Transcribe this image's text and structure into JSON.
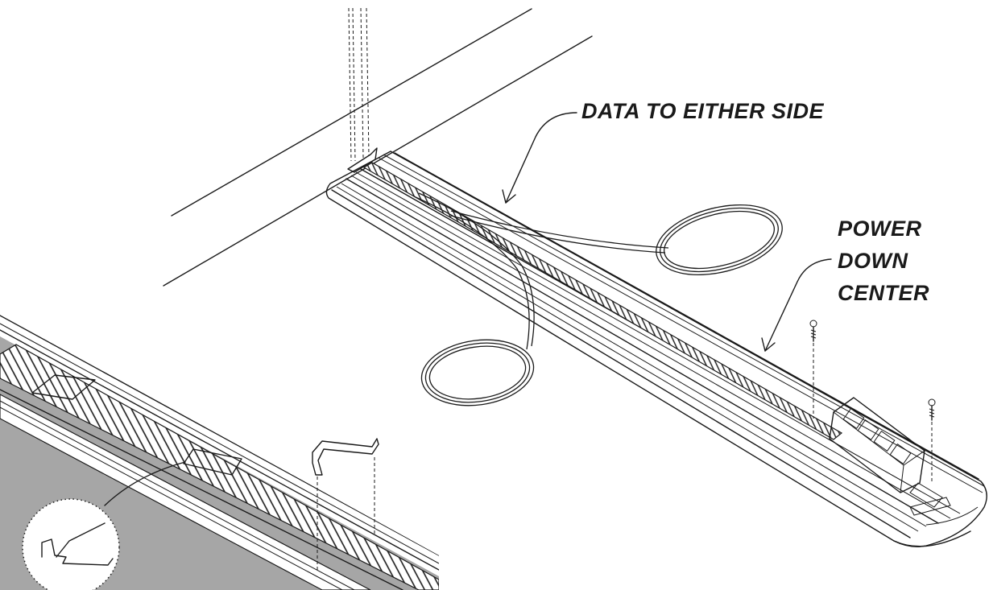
{
  "callouts": {
    "data": "DATA TO EITHER SIDE",
    "power": [
      "POWER",
      "DOWN",
      "CENTER"
    ]
  },
  "colors": {
    "line": "#1a1a1a",
    "channel_shade": "#a6a6a6",
    "background": "#ffffff"
  }
}
